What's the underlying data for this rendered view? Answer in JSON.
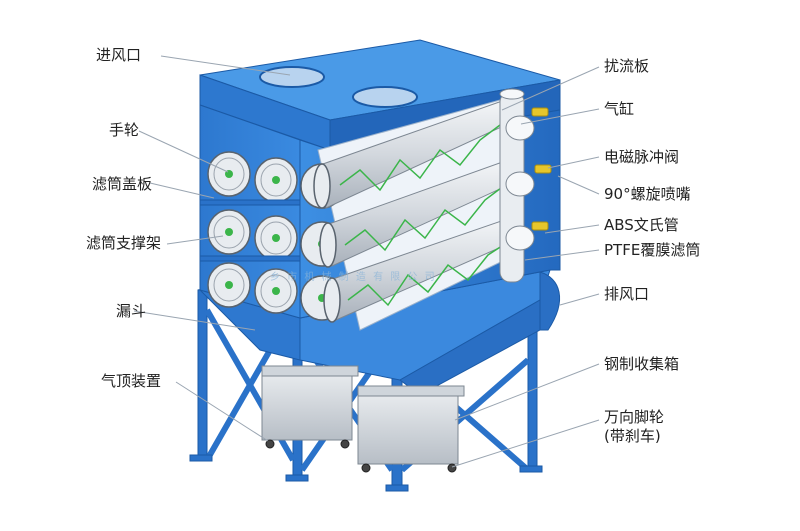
{
  "labels": {
    "left": {
      "inlet": "进风口",
      "handwheel": "手轮",
      "cartridge_cover": "滤筒盖板",
      "cartridge_support": "滤筒支撑架",
      "hopper": "漏斗",
      "air_top_device": "气顶装置"
    },
    "right": {
      "baffle": "扰流板",
      "air_cylinder": "气缸",
      "pulse_valve": "电磁脉冲阀",
      "spray_nozzle": "90°螺旋喷嘴",
      "venturi": "ABS文氏管",
      "ptfe_cartridge": "PTFE覆膜滤筒",
      "outlet": "排风口",
      "collection_box": "钢制收集箱",
      "caster_line1": "万向脚轮",
      "caster_line2": "(带刹车)"
    }
  },
  "watermark": "乡 市 机 械 制 造 有 限 公 司",
  "colors": {
    "body_blue": "#2f7fd6",
    "body_dark": "#1f62b3",
    "body_light": "#5aa3ea",
    "leader": "#9aa5b1",
    "filter_green": "#3bb54a",
    "nozzle_yellow": "#e6c62b"
  }
}
